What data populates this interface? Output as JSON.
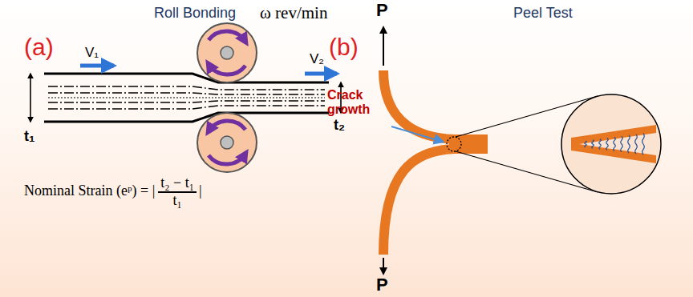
{
  "diagram": {
    "labels": [
      "Roll Bonding",
      "(a)",
      "ω rev/min",
      "V₁",
      "V₂",
      "t₁",
      "t₂",
      "Nominal Strain (eᵖ) = |",
      "t₂ − t₁",
      "|",
      "t₁",
      "Peel Test",
      "(b)",
      "P",
      "Crack growth",
      "P"
    ]
  }
}
